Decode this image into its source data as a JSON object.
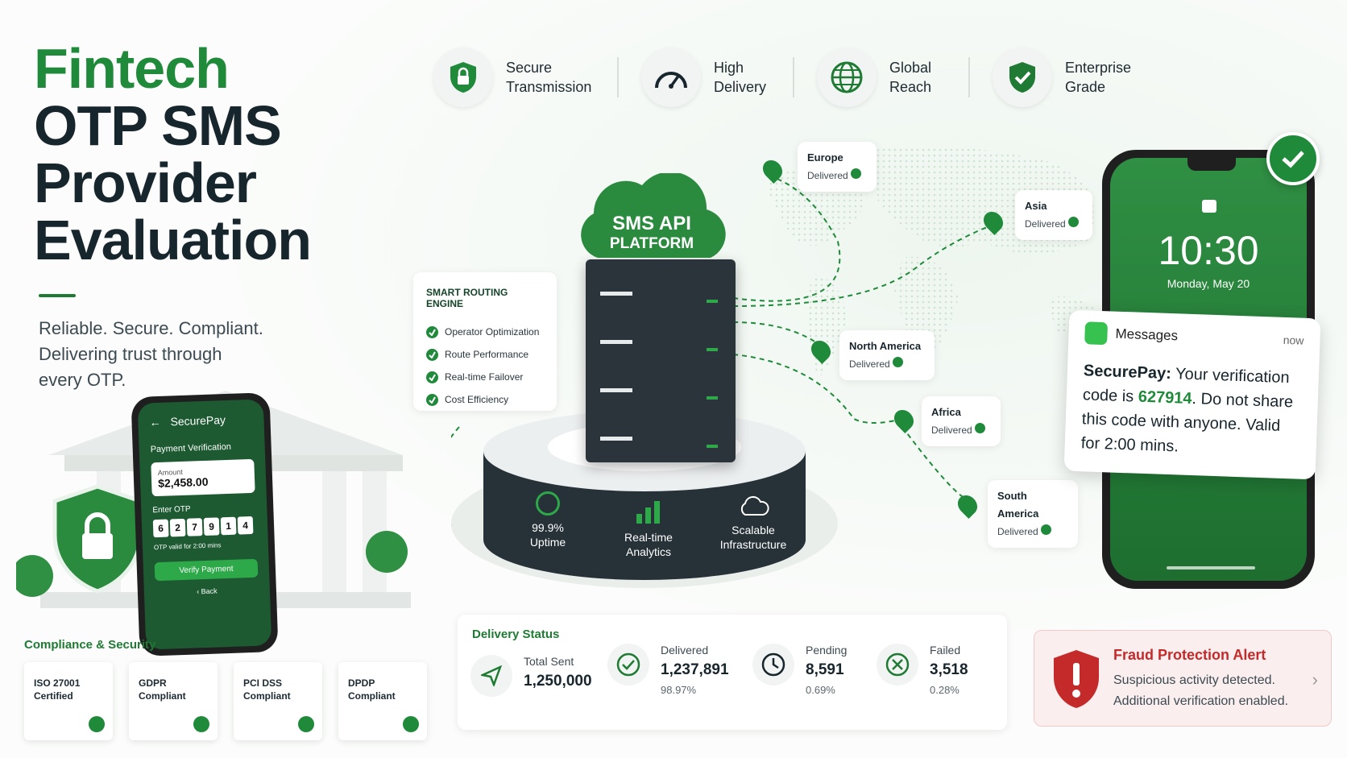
{
  "header": {
    "title_line1": "Fintech",
    "title_line2": "OTP SMS",
    "title_line3": "Provider",
    "title_line4": "Evaluation",
    "tagline_1": "Reliable. Secure. Compliant.",
    "tagline_2": "Delivering trust through",
    "tagline_3": "every OTP."
  },
  "features": [
    {
      "l1": "Secure",
      "l2": "Transmission",
      "icon": "shield-lock-icon"
    },
    {
      "l1": "High",
      "l2": "Delivery",
      "icon": "speedometer-icon"
    },
    {
      "l1": "Global",
      "l2": "Reach",
      "icon": "globe-icon"
    },
    {
      "l1": "Enterprise",
      "l2": "Grade",
      "icon": "shield-check-icon"
    }
  ],
  "platform": {
    "l1": "SMS API",
    "l2": "PLATFORM"
  },
  "routing": {
    "title": "SMART ROUTING ENGINE",
    "items": [
      "Operator Optimization",
      "Route Performance",
      "Real-time Failover",
      "Cost Efficiency"
    ]
  },
  "stage": {
    "uptime_1": "99.9%",
    "uptime_2": "Uptime",
    "analytics_1": "Real-time",
    "analytics_2": "Analytics",
    "infra_1": "Scalable",
    "infra_2": "Infrastructure"
  },
  "regions": {
    "status": "Delivered",
    "europe": "Europe",
    "asia": "Asia",
    "north_america": "North America",
    "africa": "Africa",
    "south_america": "South America"
  },
  "phone": {
    "time": "10:30",
    "date": "Monday, May 20",
    "app": "Messages",
    "when": "now",
    "sender": "SecurePay:",
    "text_1": " Your verification code is ",
    "code": "627914",
    "text_2": ". Do not share this code with anyone. Valid for 2:00 mins."
  },
  "small_phone": {
    "app": "SecurePay",
    "heading": "Payment Verification",
    "amount_label": "Amount",
    "amount": "$2,458.00",
    "otp_label": "Enter OTP",
    "otp_digits": [
      "6",
      "2",
      "7",
      "9",
      "1",
      "4"
    ],
    "validity": "OTP valid for 2:00 mins",
    "verify": "Verify Payment",
    "back": "‹ Back"
  },
  "compliance": {
    "title": "Compliance & Security",
    "badges": [
      {
        "l1": "ISO 27001",
        "l2": "Certified"
      },
      {
        "l1": "GDPR",
        "l2": "Compliant"
      },
      {
        "l1": "PCI DSS",
        "l2": "Compliant"
      },
      {
        "l1": "DPDP",
        "l2": "Compliant"
      }
    ]
  },
  "delivery": {
    "title": "Delivery Status",
    "total_label": "Total Sent",
    "total": "1,250,000",
    "delivered_label": "Delivered",
    "delivered": "1,237,891",
    "delivered_pct": "98.97%",
    "pending_label": "Pending",
    "pending": "8,591",
    "pending_pct": "0.69%",
    "failed_label": "Failed",
    "failed": "3,518",
    "failed_pct": "0.28%"
  },
  "fraud": {
    "title": "Fraud Protection Alert",
    "line1": "Suspicious activity detected.",
    "line2": "Additional verification enabled."
  },
  "colors": {
    "brand": "#1f8a3a",
    "dark": "#17252d",
    "alert": "#c52a2a"
  }
}
